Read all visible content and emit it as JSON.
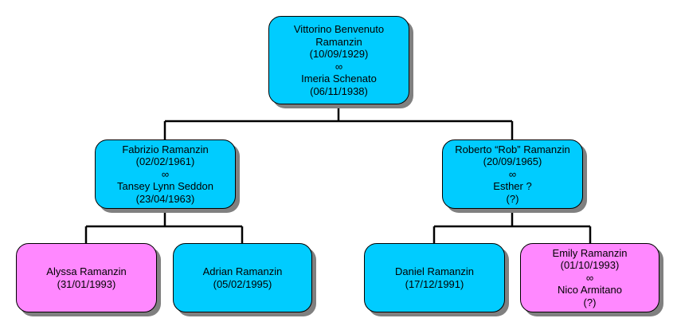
{
  "colors": {
    "male": "#00ccff",
    "female": "#ff88ff",
    "line": "#000000",
    "shadow": "#808080"
  },
  "root": {
    "name_line1": "Vittorino Benvenuto",
    "name_line2": "Ramanzin",
    "date": "(10/09/1929)",
    "marriage": "∞",
    "spouse": "Imeria Schenato",
    "spouse_date": "(06/11/1938)"
  },
  "fabrizio": {
    "name": "Fabrizio Ramanzin",
    "date": "(02/02/1961)",
    "marriage": "∞",
    "spouse": "Tansey Lynn Seddon",
    "spouse_date": "(23/04/1963)"
  },
  "roberto": {
    "name": "Roberto “Rob” Ramanzin",
    "date": "(20/09/1965)",
    "marriage": "∞",
    "spouse": "Esther ?",
    "spouse_date": "(?)"
  },
  "alyssa": {
    "name": "Alyssa Ramanzin",
    "date": "(31/01/1993)"
  },
  "adrian": {
    "name": "Adrian Ramanzin",
    "date": "(05/02/1995)"
  },
  "daniel": {
    "name": "Daniel Ramanzin",
    "date": "(17/12/1991)"
  },
  "emily": {
    "name": "Emily Ramanzin",
    "date": "(01/10/1993)",
    "marriage": "∞",
    "spouse": "Nico Armitano",
    "spouse_date": "(?)"
  }
}
